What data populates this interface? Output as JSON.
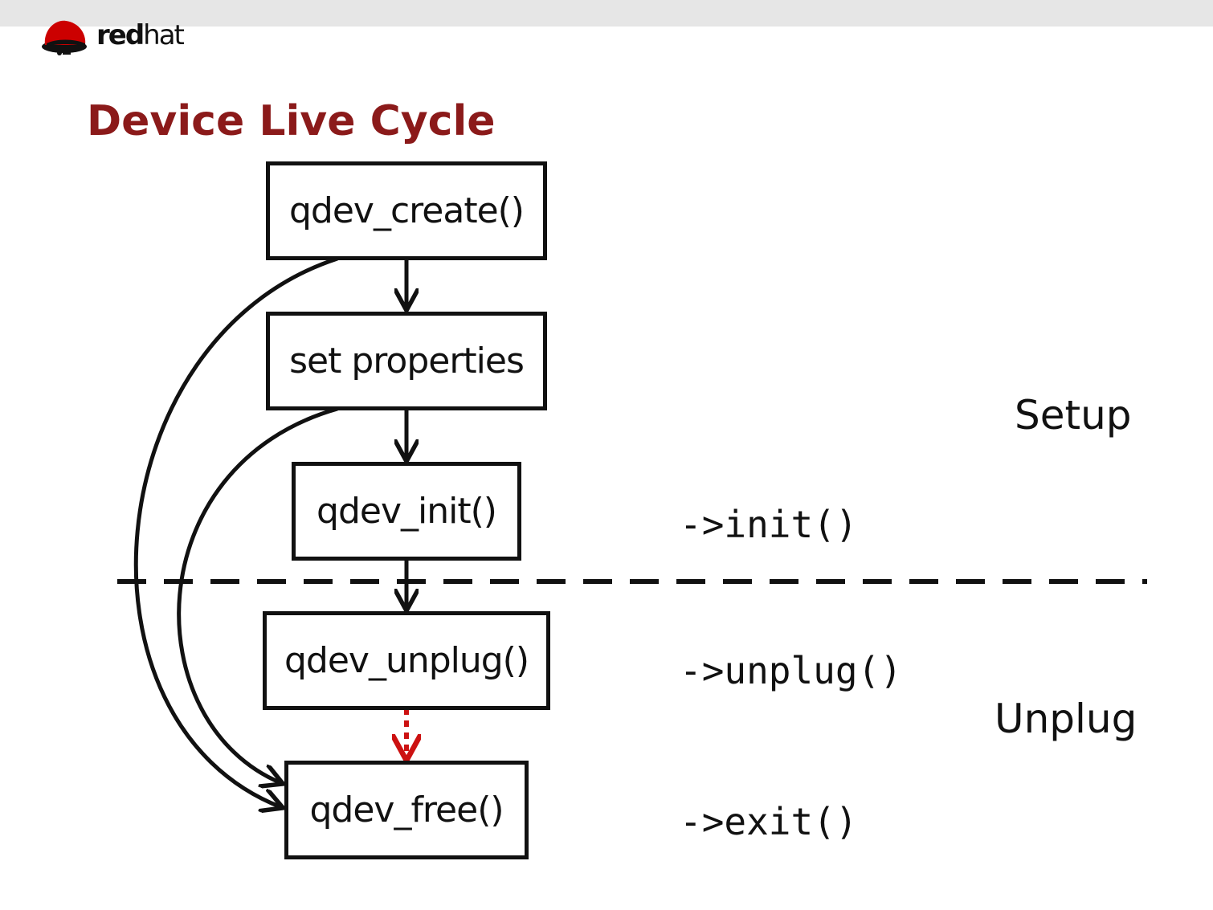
{
  "logo": {
    "text_bold": "red",
    "text_light": "hat"
  },
  "slide": {
    "title": "Device Live Cycle"
  },
  "nodes": [
    {
      "label": "qdev_create()"
    },
    {
      "label": "set properties"
    },
    {
      "label": "qdev_init()"
    },
    {
      "label": "qdev_unplug()"
    },
    {
      "label": "qdev_free()"
    }
  ],
  "callbacks": {
    "init": "->init()",
    "unplug": "->unplug()",
    "exit": "->exit()"
  },
  "phases": {
    "setup": "Setup",
    "unplug": "Unplug"
  },
  "colors": {
    "title": "#8b1a1a",
    "logo_red": "#cc0000",
    "optional_arrow": "#cc1111",
    "topbar": "#e6e6e6"
  }
}
